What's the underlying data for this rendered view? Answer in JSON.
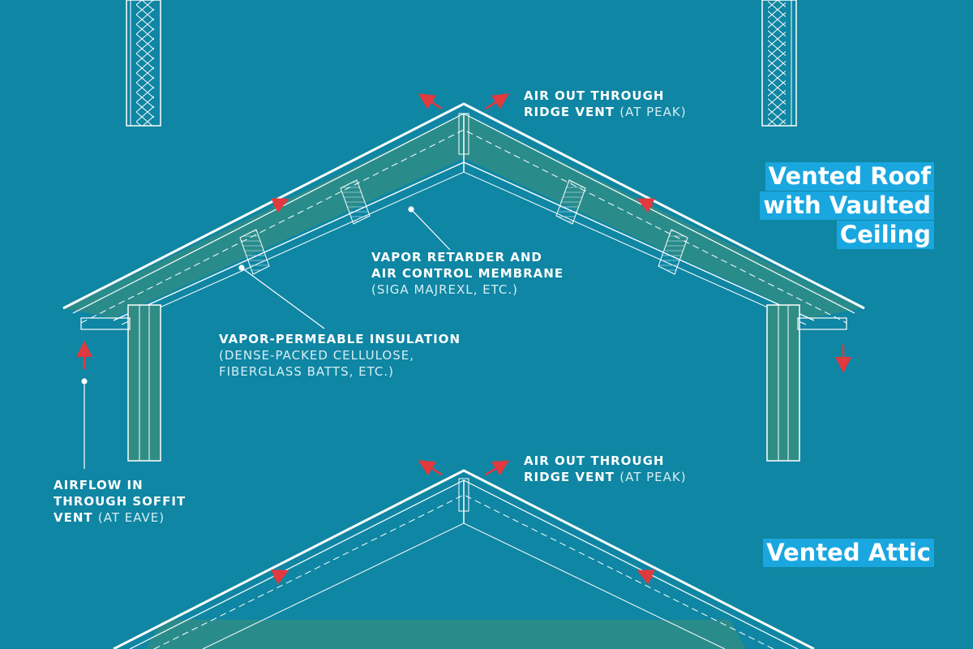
{
  "titles": {
    "vaulted": [
      "Vented Roof",
      "with Vaulted",
      "Ceiling"
    ],
    "attic": "Vented Attic"
  },
  "labels": {
    "ridge_top": {
      "bold": "AIR OUT THROUGH",
      "bold2": "RIDGE VENT",
      "normal": "(AT PEAK)"
    },
    "vapor_retarder": {
      "line1": "VAPOR RETARDER AND",
      "line2": "AIR CONTROL MEMBRANE",
      "line3": "(SIGA MAJREXL, ETC.)"
    },
    "insulation": {
      "line1": "VAPOR-PERMEABLE INSULATION",
      "line2": "(DENSE-PACKED CELLULOSE,",
      "line3": "FIBERGLASS BATTS, ETC.)"
    },
    "soffit": {
      "line1": "AIRFLOW IN",
      "line2": "THROUGH SOFFIT",
      "line3_bold": "VENT",
      "line3_normal": "(AT EAVE)"
    },
    "ridge_bottom": {
      "bold": "AIR OUT THROUGH",
      "bold2": "RIDGE VENT",
      "normal": "(AT PEAK)"
    }
  },
  "colors": {
    "background": "#0f86a3",
    "insulation": "#2f8d86",
    "line": "#ffffff",
    "arrow": "#e0393e",
    "title_highlight": "#1aa7e0"
  }
}
